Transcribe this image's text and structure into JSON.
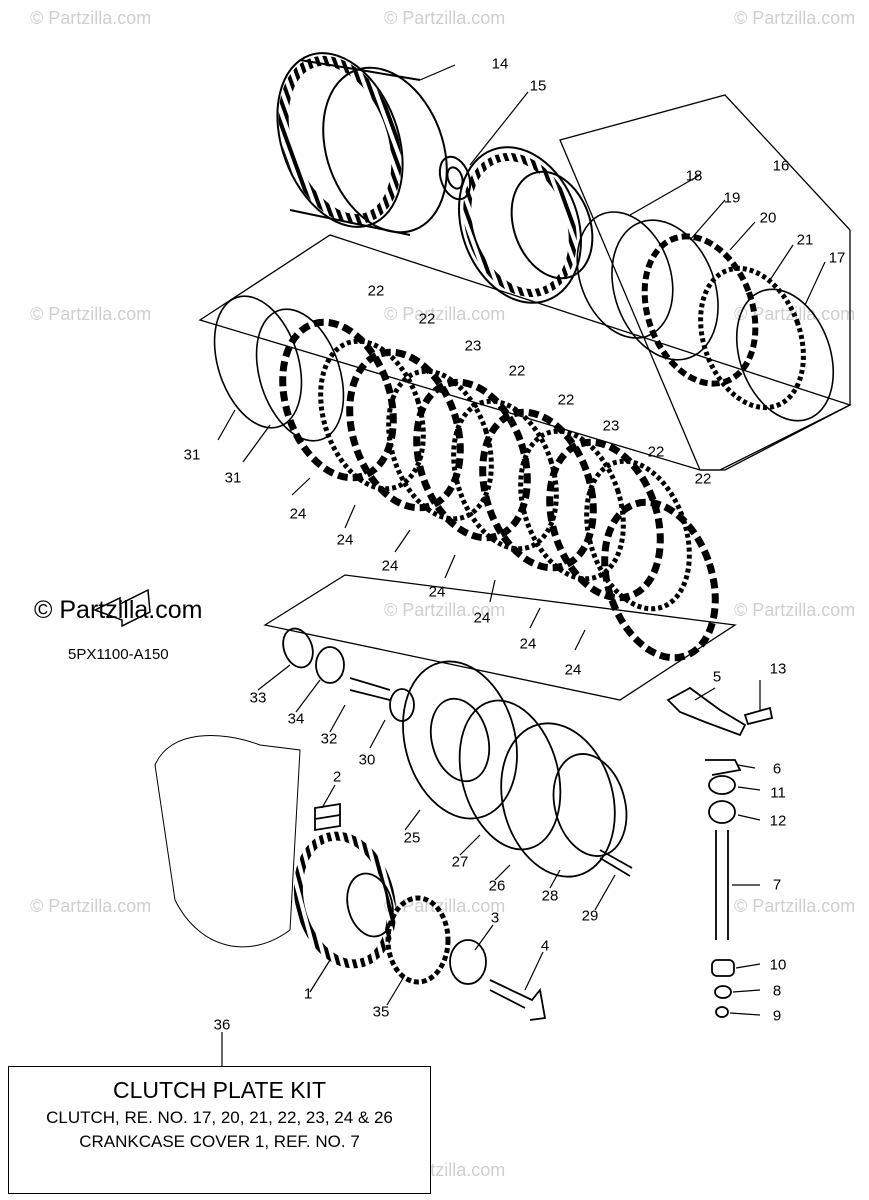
{
  "watermarks": [
    "© Partzilla.com",
    "© Partzilla.com",
    "© Partzilla.com",
    "© Partzilla.com",
    "© Partzilla.com",
    "© Partzilla.com",
    "© Partzilla.com",
    "© Partzilla.com",
    "© Partzilla.com",
    "© Partzilla.com",
    "© Partzilla.com",
    "© Partzilla.com"
  ],
  "brand": "© Partzilla.com",
  "diagram_code": "5PX1100-A150",
  "callouts": [
    "14",
    "15",
    "16",
    "18",
    "19",
    "20",
    "21",
    "17",
    "22",
    "22",
    "23",
    "22",
    "22",
    "23",
    "22",
    "22",
    "31",
    "31",
    "24",
    "24",
    "24",
    "24",
    "24",
    "24",
    "24",
    "13",
    "5",
    "6",
    "11",
    "12",
    "7",
    "10",
    "8",
    "9",
    "33",
    "34",
    "32",
    "30",
    "2",
    "25",
    "27",
    "26",
    "28",
    "29",
    "3",
    "4",
    "1",
    "35",
    "36"
  ],
  "kit": {
    "title": "CLUTCH PLATE KIT",
    "line1": "CLUTCH, RE. NO. 17, 20, 21, 22, 23, 24 & 26",
    "line2": "CRANKCASE COVER 1, REF. NO. 7"
  }
}
